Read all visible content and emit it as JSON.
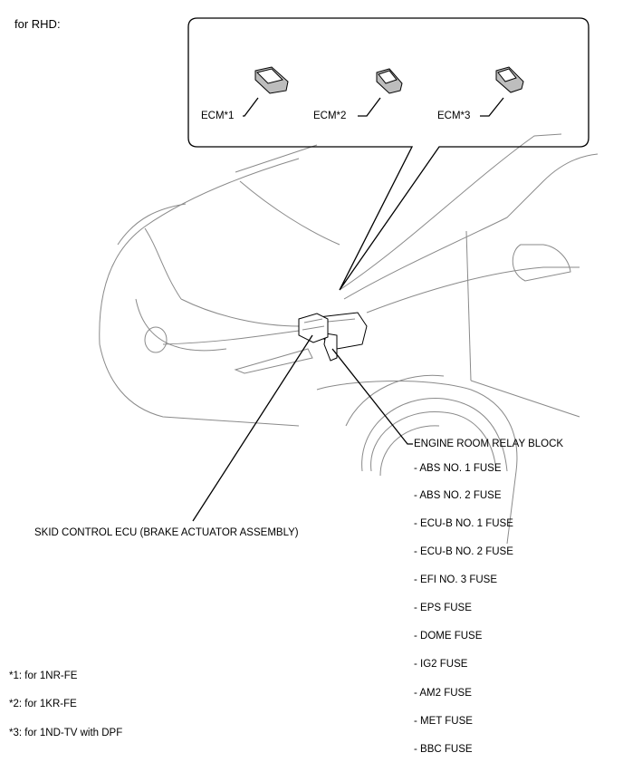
{
  "title": "for RHD:",
  "callout": {
    "ecm_labels": [
      "ECM*1",
      "ECM*2",
      "ECM*3"
    ]
  },
  "components": {
    "skid_control": "SKID CONTROL ECU (BRAKE ACTUATOR ASSEMBLY)",
    "relay_block": "ENGINE ROOM RELAY BLOCK",
    "fuses": [
      "- ABS NO. 1 FUSE",
      "- ABS NO. 2 FUSE",
      "- ECU-B NO. 1 FUSE",
      "- ECU-B NO. 2 FUSE",
      "- EFI NO. 3 FUSE",
      "- EPS FUSE",
      "- DOME FUSE",
      "- IG2 FUSE",
      "- AM2 FUSE",
      "- MET FUSE",
      "- BBC FUSE"
    ]
  },
  "footnotes": [
    "*1: for 1NR-FE",
    "*2: for 1KR-FE",
    "*3: for 1ND-TV with DPF"
  ]
}
